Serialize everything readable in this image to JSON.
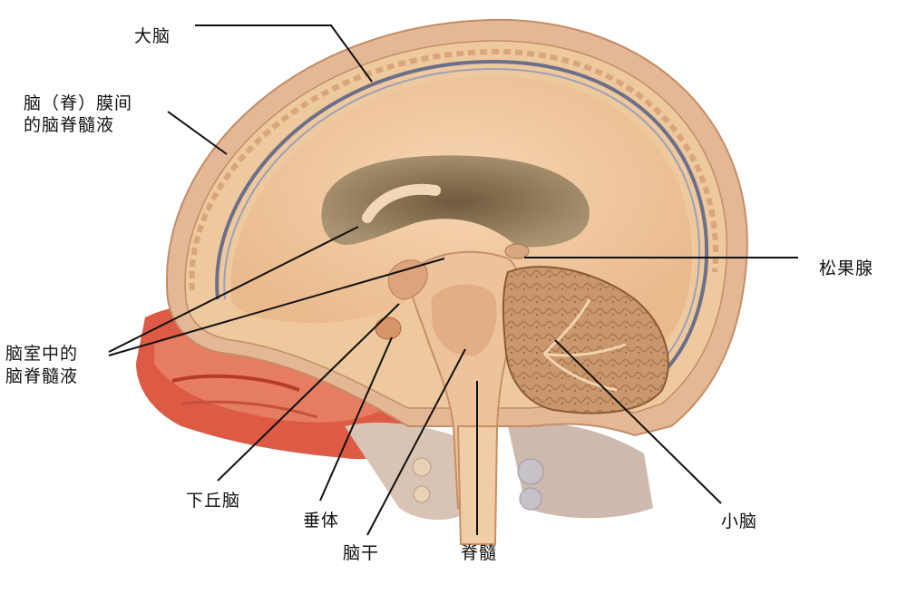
{
  "labels": {
    "cerebrum": "大脑",
    "subarachnoid_csf_line1": "脑（脊）膜间",
    "subarachnoid_csf_line2": "的脑脊髓液",
    "ventricle_csf_line1": "脑室中的",
    "ventricle_csf_line2": "脑脊髓液",
    "pineal": "松果腺",
    "hypothalamus": "下丘脑",
    "pituitary": "垂体",
    "brainstem": "脑干",
    "spinal_cord": "脊髓",
    "cerebellum": "小脑"
  },
  "colors": {
    "skin_outer": "#e2b592",
    "skull": "#eec99e",
    "dura": "#6b6f8a",
    "brain": "#f1cba4",
    "ventricle": "#8a7655",
    "cerebellum": "#c99a6e",
    "facial_tissue": "#d9523e",
    "leader_line": "#111111"
  }
}
